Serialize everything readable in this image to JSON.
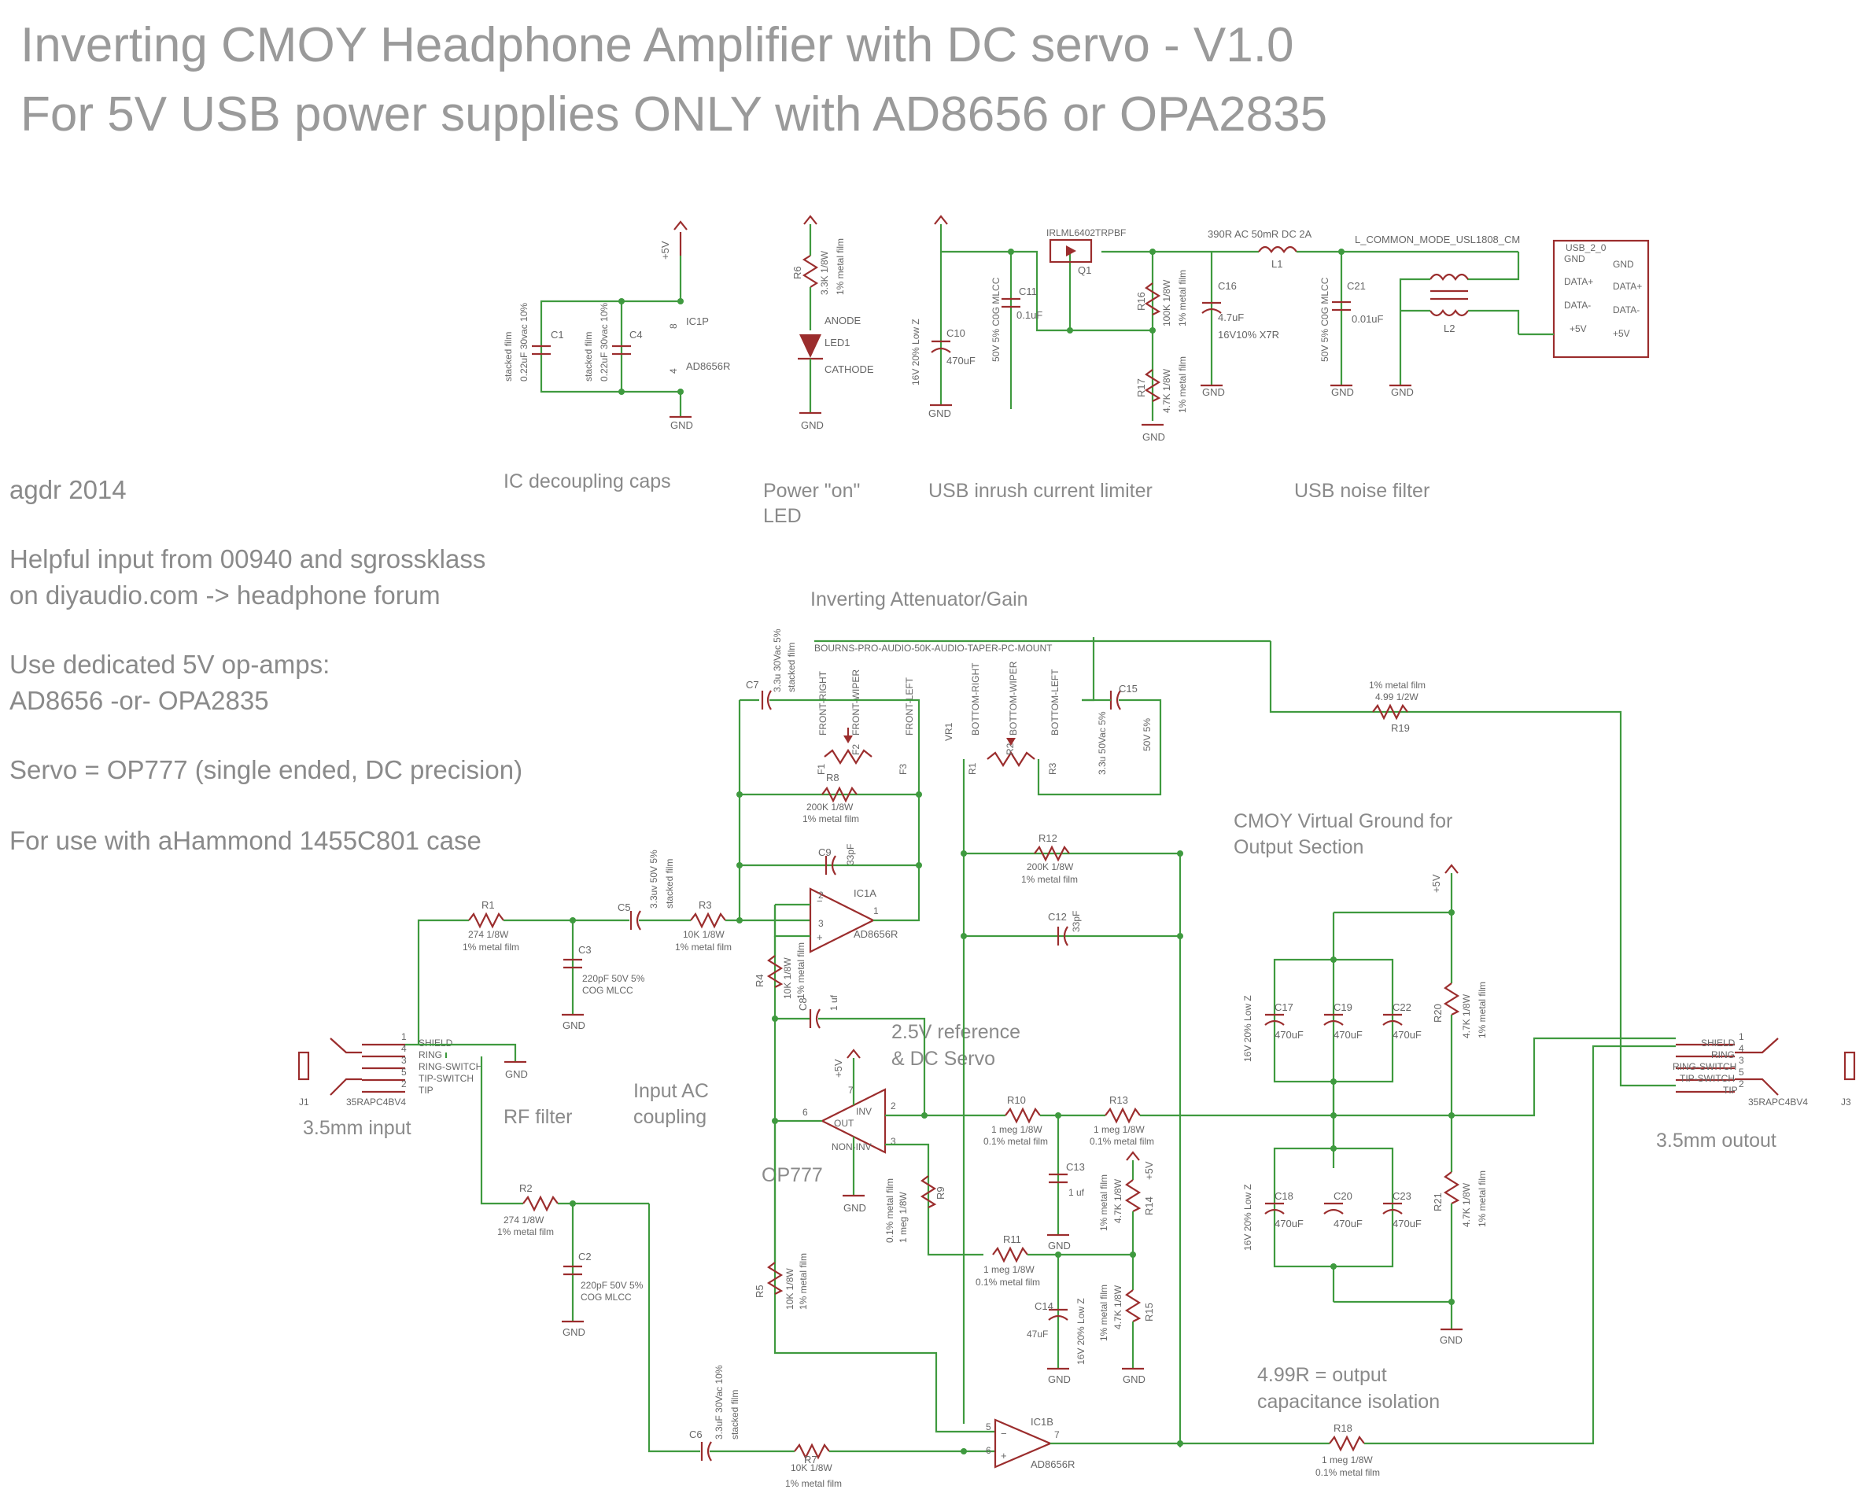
{
  "title": {
    "line1": "Inverting CMOY Headphone Amplifier with DC servo - V1.0",
    "line2": "For 5V USB power supplies ONLY with AD8656 or OPA2835"
  },
  "notes": {
    "author": "agdr 2014",
    "help1": "Helpful input from 00940 and sgrossklass",
    "help2": "on diyaudio.com -> headphone forum",
    "opamp1": "Use dedicated 5V op-amps:",
    "opamp2": "AD8656 -or- OPA2835",
    "servo": "Servo = OP777 (single ended, DC precision)",
    "case": "For use with aHammond 1455C801 case"
  },
  "sections": {
    "decoupling": "IC decoupling caps",
    "led1": "Power \"on\"",
    "led2": "LED",
    "inrush": "USB inrush current limiter",
    "noise": "USB noise filter",
    "attenuator": "Inverting Attenuator/Gain",
    "vground1": "CMOY Virtual Ground for",
    "vground2": "Output Section",
    "ref1": "2.5V reference",
    "ref2": "& DC Servo",
    "input_ac1": "Input AC",
    "input_ac2": "coupling",
    "rf": "RF filter",
    "input": "3.5mm input",
    "output": "3.5mm outout",
    "op777": "OP777",
    "iso1": "4.99R = output",
    "iso2": "capacitance isolation"
  },
  "parts": {
    "c1": "C1",
    "c1_v": "0.22uF 30vac 10%",
    "c1_t": "stacked film",
    "c4": "C4",
    "c4_v": "0.22uF 30vac 10%",
    "c4_t": "stacked film",
    "ic1p": "IC1P",
    "ic1p_name": "AD8656R",
    "pin8": "8",
    "pin4": "4",
    "r6": "R6",
    "r6_v": "3.3K 1/8W",
    "r6_t": "1% metal film",
    "led": "LED1",
    "anode": "ANODE",
    "cathode": "CATHODE",
    "c10": "C10",
    "c10_v": "470uF",
    "c10_t": "16V 20% Low Z",
    "c11": "C11",
    "c11_v": "0.1uF",
    "c11_t": "50V 5% C0G MLCC",
    "q1": "Q1",
    "q1_name": "IRLML6402TRPBF",
    "r16": "R16",
    "r16_v": "100K 1/8W",
    "r16_t": "1% metal film",
    "r17": "R17",
    "r17_v": "4.7K 1/8W",
    "r17_t": "1% metal film",
    "c16": "C16",
    "c16_v": "4.7uF",
    "c16_t": "16V10% X7R",
    "l1": "L1",
    "l1_v": "390R AC 50mR DC 2A",
    "c21": "C21",
    "c21_v": "0.01uF",
    "c21_t": "50V 5% C0G MLCC",
    "l2": "L2",
    "l2_name": "L_COMMON_MODE_USL1808_CM",
    "usb": "USB_2_0",
    "usb_gnd": "GND",
    "usb_dp": "DATA+",
    "usb_dm": "DATA-",
    "usb_5v": "+5V",
    "pot": "BOURNS-PRO-AUDIO-50K-AUDIO-TAPER-PC-MOUNT",
    "vr1": "VR1",
    "fr": "FRONT-RIGHT",
    "fw": "FRONT-WIPER",
    "fl": "FRONT-LEFT",
    "br": "BOTTOM-RIGHT",
    "bw": "BOTTOM-WIPER",
    "bl": "BOTTOM-LEFT",
    "f1": "F1",
    "f2": "F2",
    "f3": "F3",
    "r1p": "R1",
    "r2p": "R2",
    "r3p": "R3",
    "c7": "C7",
    "c7_v": "3.3u 30Vac 5%",
    "c7_t": "stacked film",
    "c15": "C15",
    "c15_v": "3.3u 50Vac 5%",
    "c15_t": "50V 5%",
    "r8": "R8",
    "r8_v": "200K 1/8W",
    "r8_t": "1% metal film",
    "r12": "R12",
    "r12_v": "200K 1/8W",
    "r12_t": "1% metal film",
    "c9": "C9",
    "c9_v": "33pF",
    "c12": "C12",
    "c12_v": "33pF",
    "r19": "R19",
    "r19_v": "4.99 1/2W",
    "r19_t": "1% metal film",
    "r1": "R1",
    "r1_v": "274 1/8W",
    "r1_t": "1% metal film",
    "c5": "C5",
    "c5_v": "3.3uv 50V 5%",
    "c5_t": "stacked film",
    "r3": "R3",
    "r3_v": "10K 1/8W",
    "r3_t": "1% metal film",
    "c3": "C3",
    "c3_v": "220pF 50V 5%",
    "c3_t": "COG MLCC",
    "ic1a": "IC1A",
    "ic1a_name": "AD8656R",
    "ic1b": "IC1B",
    "ic1b_name": "AD8656R",
    "r4": "R4",
    "r4_v": "10K 1/8W",
    "r4_t": "1% metal film",
    "c8": "C8",
    "c8_v": "1 uf",
    "op777": "OP777",
    "out": "OUT",
    "inv": "INV",
    "noninv": "NON-INV",
    "r10": "R10",
    "r10_v": "1 meg 1/8W",
    "r10_t": "0.1% metal film",
    "r13": "R13",
    "r13_v": "1 meg 1/8W",
    "r13_t": "0.1% metal film",
    "r9": "R9",
    "r9_v": "1 meg 1/8W",
    "r9_t": "0.1% metal film",
    "c13": "C13",
    "c13_v": "1 uf",
    "r14": "R14",
    "r14_v": "4.7K 1/8W",
    "r14_t": "1% metal film",
    "r11": "R11",
    "r11_v": "1 meg 1/8W",
    "r11_t": "0.1% metal film",
    "r15": "R15",
    "r15_v": "4.7K 1/8W",
    "r15_t": "1% metal film",
    "c14": "C14",
    "c14_v": "47uF",
    "c14_t": "16V 20% Low Z",
    "r5": "R5",
    "r5_v": "10K 1/8W",
    "r5_t": "1% metal film",
    "r2": "R2",
    "r2_v": "274 1/8W",
    "r2_t": "1% metal film",
    "c2": "C2",
    "c2_v": "220pF 50V 5%",
    "c2_t": "COG MLCC",
    "c6": "C6",
    "c6_v": "3.3uF 30Vac 10%",
    "c6_t": "stacked film",
    "r7": "R7",
    "r7_v": "10K 1/8W",
    "r7_t": "1% metal film",
    "r18": "R18",
    "r18_v": "1 meg 1/8W",
    "r18_t": "0.1% metal film",
    "c17": "C17",
    "c19": "C19",
    "c22": "C22",
    "c18": "C18",
    "c20": "C20",
    "c23": "C23",
    "cap470": "470uF",
    "lowz": "16V 20% Low Z",
    "r20": "R20",
    "r20_v": "4.7K 1/8W",
    "r20_t": "1% metal film",
    "r21": "R21",
    "r21_v": "4.7K 1/8W",
    "r21_t": "1% metal film",
    "j1": "J1",
    "j3": "J3",
    "jack": "35RAPC4BV4",
    "shield": "SHIELD",
    "ring": "RING",
    "ringsw": "RING-SWITCH",
    "tipsw": "TIP-SWITCH",
    "tip": "TIP",
    "gnd": "GND",
    "p5v": "+5V",
    "n1": "1",
    "n2": "2",
    "n3": "3",
    "n4": "4",
    "n5": "5",
    "n6": "6",
    "n7": "7"
  },
  "colors": {
    "wire": "#3f9a3f",
    "part": "#9b2d2d",
    "text": "#8a8a8a"
  }
}
